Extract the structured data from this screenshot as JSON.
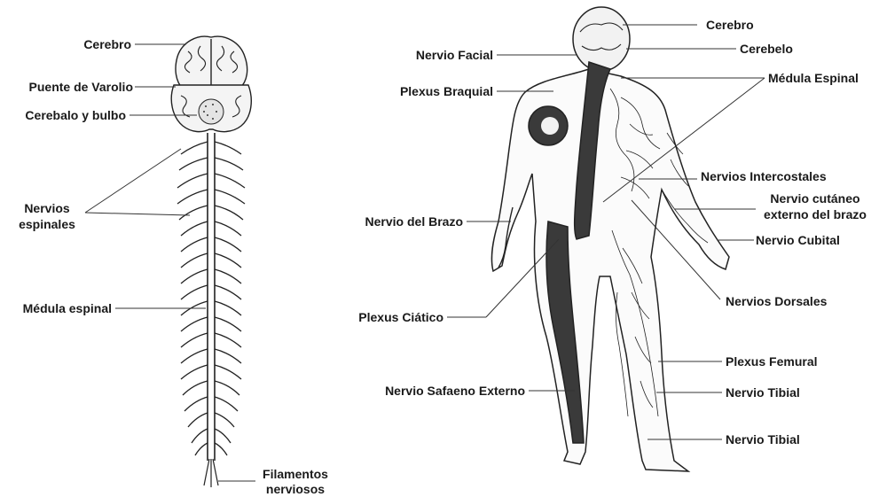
{
  "diagram": {
    "left_panel": {
      "labels": {
        "cerebro": "Cerebro",
        "puente": "Puente de Varolio",
        "cerebelo_bulbo": "Cerebalo y bulbo",
        "nervios_1": "Nervios",
        "nervios_2": "espinales",
        "medula": "Médula espinal",
        "filamentos_1": "Filamentos",
        "filamentos_2": "nerviosos"
      }
    },
    "right_panel": {
      "labels": {
        "cerebro": "Cerebro",
        "cerebelo": "Cerebelo",
        "nervio_facial": "Nervio Facial",
        "medula_espinal": "Médula Espinal",
        "plexus_braquial": "Plexus Braquial",
        "intercostales": "Nervios Intercostales",
        "cutaneo_1": "Nervio cutáneo",
        "cutaneo_2": "externo del brazo",
        "nervio_brazo": "Nervio del Brazo",
        "cubital": "Nervio Cubital",
        "dorsales": "Nervios Dorsales",
        "plexus_ciatico": "Plexus Ciático",
        "plexus_femoral": "Plexus Femural",
        "safaeno": "Nervio Safaeno Externo",
        "tibial_1": "Nervio Tibial",
        "tibial_2": "Nervio Tibial"
      }
    }
  }
}
